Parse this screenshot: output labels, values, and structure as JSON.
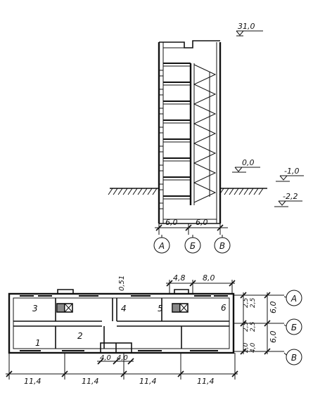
{
  "section": {
    "levels": [
      "31,0",
      "0,0",
      "-1,0",
      "-2,2"
    ],
    "bay_dims": [
      "6,0",
      "6,0"
    ],
    "axes": [
      "А",
      "Б",
      "В"
    ]
  },
  "plan": {
    "top_dims": [
      "4,8",
      "8,0"
    ],
    "small_dim": "0,51",
    "bottom_dims": [
      "11,4",
      "11,4",
      "11,4",
      "11,4"
    ],
    "mid_dims": [
      "4,0",
      "4,0"
    ],
    "right_dims_a": [
      "2,5",
      "2,5"
    ],
    "right_dims_b": [
      "2,5",
      "2,5"
    ],
    "right_dims_c": [
      "2,0",
      "4,0"
    ],
    "right_totals": [
      "6,0",
      "6,0"
    ],
    "axes": [
      "А",
      "Б",
      "В"
    ],
    "room_labels": [
      "1",
      "2",
      "3",
      "4",
      "5",
      "6"
    ]
  }
}
